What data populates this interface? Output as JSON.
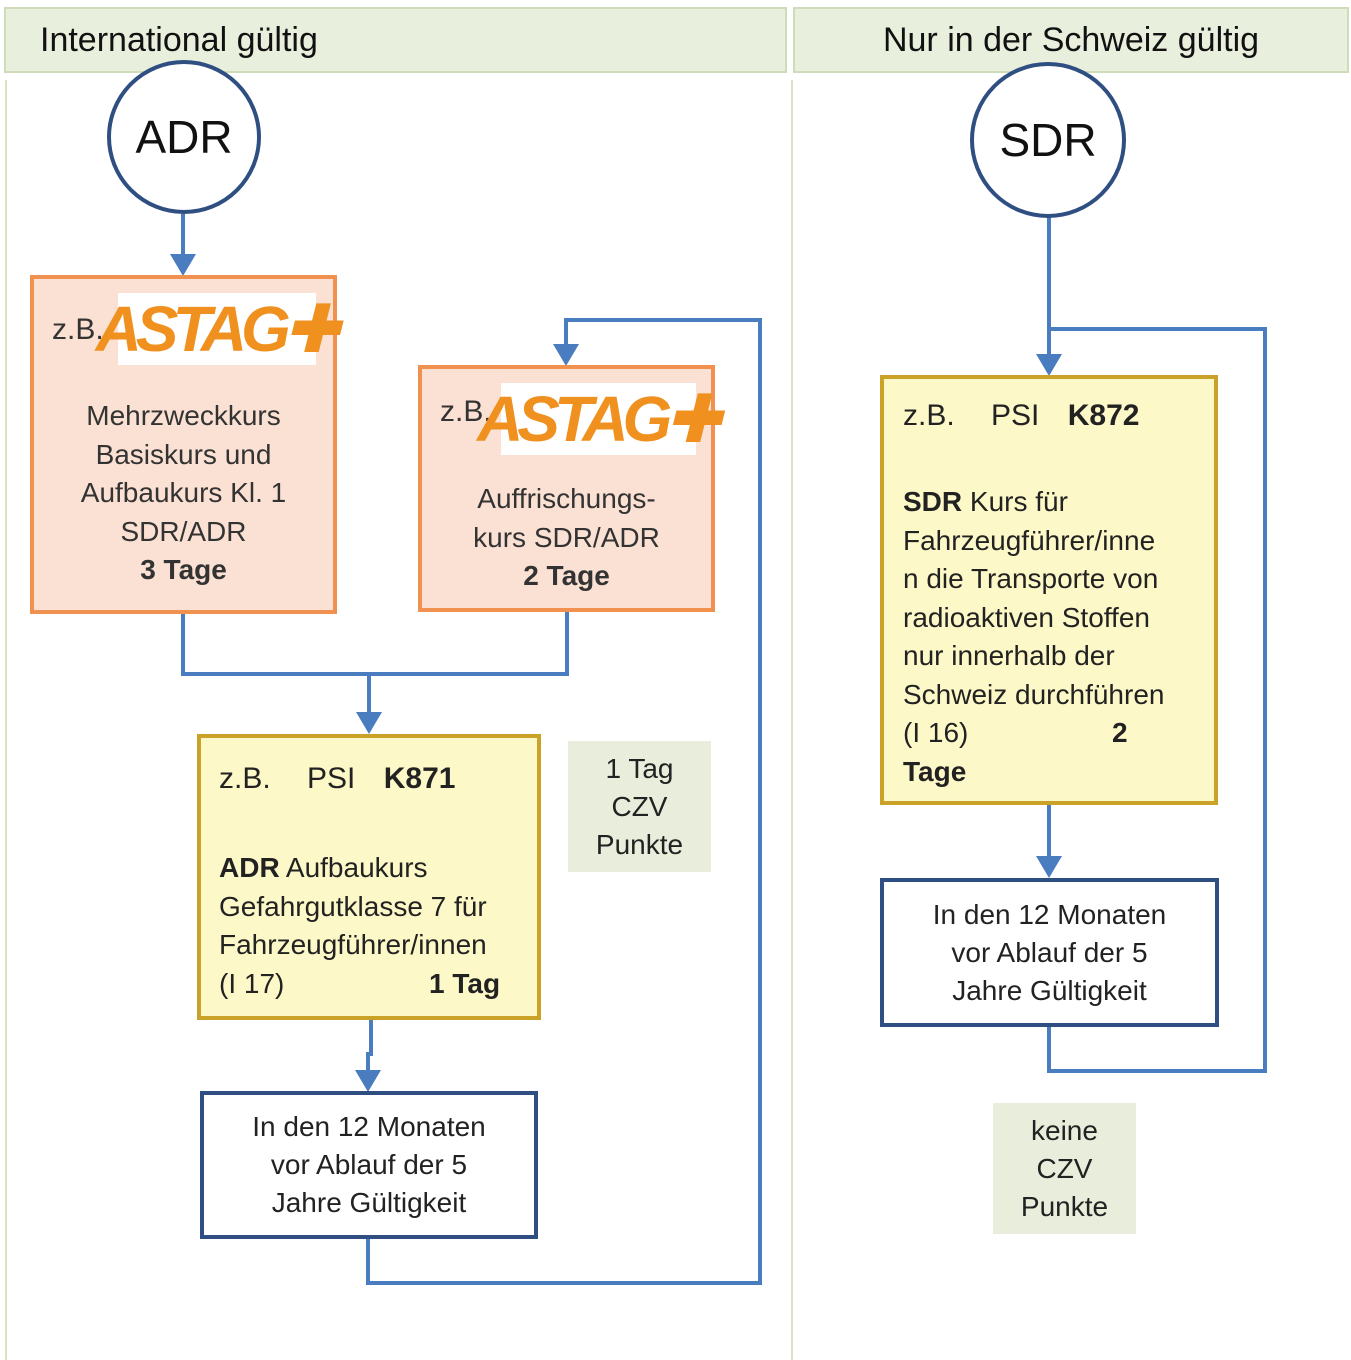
{
  "colors": {
    "header_bg": "#e9efdd",
    "orange_border": "#f0914f",
    "orange_fill": "#fbe1d3",
    "yellow_border": "#c9a227",
    "yellow_fill": "#fdf8c7",
    "navy": "#2f4f82",
    "arrow": "#4a7cc0",
    "logo": "#f0911f"
  },
  "headers": {
    "left": "International gültig",
    "right": "Nur in der Schweiz gültig"
  },
  "adr": {
    "circle": "ADR",
    "box1": {
      "prefix": "z.B.",
      "logo": "ASTAG",
      "lines": [
        "Mehrzweckkurs",
        "Basiskurs und",
        "Aufbaukurs Kl. 1",
        "SDR/ADR"
      ],
      "duration": "3 Tage"
    },
    "box2": {
      "prefix": "z.B.",
      "logo": "ASTAG",
      "lines": [
        "Auffrischungs-",
        "kurs SDR/ADR"
      ],
      "duration": "2 Tage"
    },
    "k871": {
      "prefix": "z.B.",
      "org": "PSI",
      "code": "K871",
      "bold_lead": "ADR",
      "lines": [
        "Aufbaukurs",
        "Gefahrgutklasse 7 für",
        "Fahrzeugführer/innen"
      ],
      "ref": "(I 17)",
      "duration": "1 Tag"
    },
    "czv": {
      "lines": [
        "1 Tag",
        "CZV",
        "Punkte"
      ]
    },
    "renew": {
      "lines": [
        "In den 12 Monaten",
        "vor Ablauf der 5",
        "Jahre Gültigkeit"
      ]
    }
  },
  "sdr": {
    "circle": "SDR",
    "k872": {
      "prefix": "z.B.",
      "org": "PSI",
      "code": "K872",
      "bold_lead": "SDR",
      "lines": [
        "Kurs für",
        "Fahrzeugführer/inne",
        "n die Transporte von",
        "radioaktiven Stoffen",
        "nur innerhalb der",
        "Schweiz durchführen"
      ],
      "ref": "(I 16)",
      "duration_num": "2",
      "duration_unit": "Tage"
    },
    "renew": {
      "lines": [
        "In den 12 Monaten",
        "vor Ablauf der 5",
        "Jahre Gültigkeit"
      ]
    },
    "czv": {
      "lines": [
        "keine",
        "CZV",
        "Punkte"
      ]
    }
  }
}
